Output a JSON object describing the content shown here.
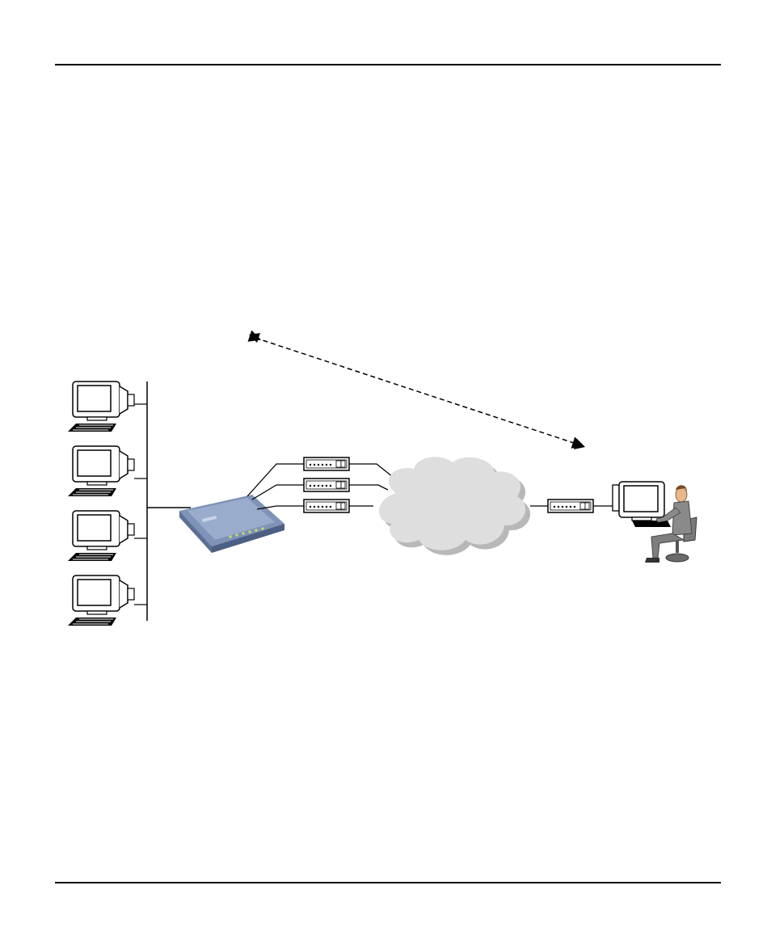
{
  "document": {
    "header_rule": true,
    "footer_rule": true
  },
  "diagram": {
    "kind": "network-diagram",
    "lan_computers": [
      {
        "icon": "desktop-computer-icon"
      },
      {
        "icon": "desktop-computer-icon"
      },
      {
        "icon": "desktop-computer-icon"
      },
      {
        "icon": "desktop-computer-icon"
      }
    ],
    "router": {
      "icon": "router-icon",
      "color": "#8fa2c4"
    },
    "wan_modems": [
      {
        "icon": "modem-icon"
      },
      {
        "icon": "modem-icon"
      },
      {
        "icon": "modem-icon"
      }
    ],
    "internet_cloud": {
      "icon": "cloud-icon",
      "color": "#d9d9d9"
    },
    "remote_modem": {
      "icon": "modem-icon"
    },
    "remote_user": {
      "icon": "person-at-computer-icon"
    },
    "connection_arrow": {
      "style": "dashed",
      "direction": "bidirectional"
    }
  }
}
